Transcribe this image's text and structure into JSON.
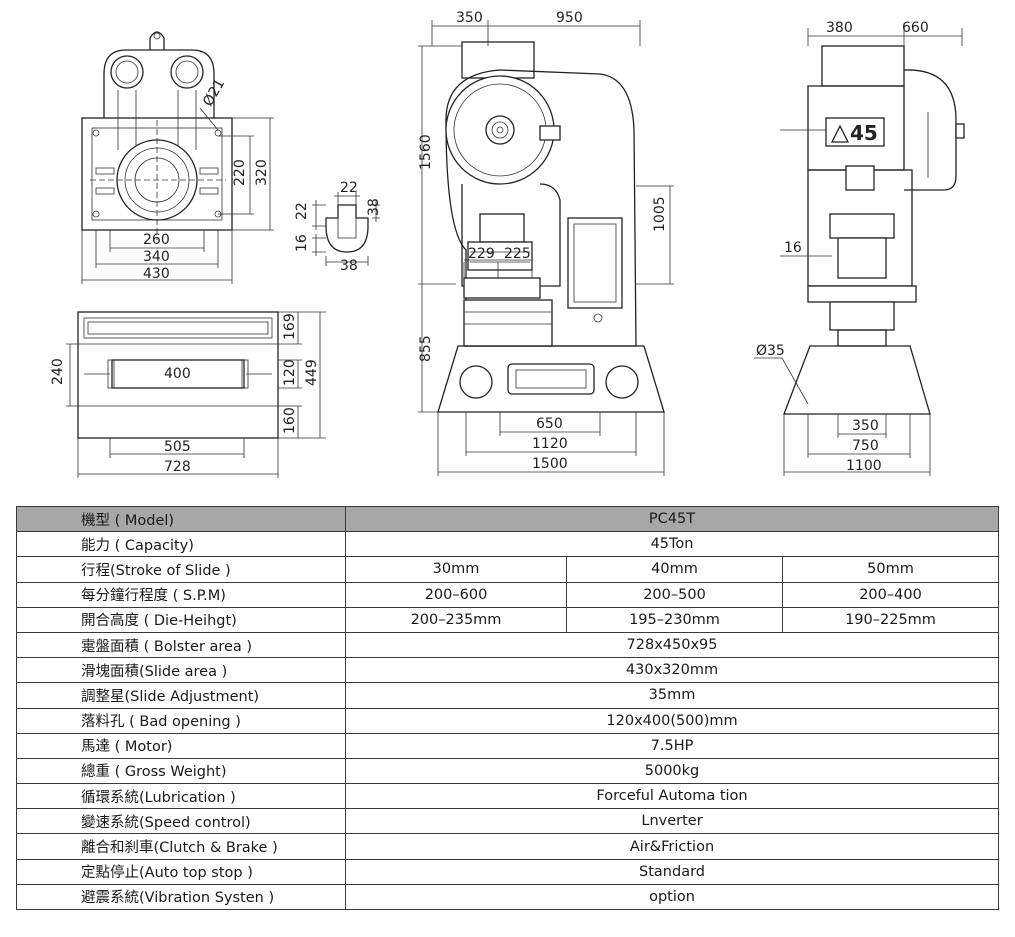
{
  "drawing": {
    "bolster_top": {
      "d_dia": "Ø21",
      "d_220": "220",
      "d_320": "320",
      "d_260": "260",
      "d_340": "340",
      "d_430": "430"
    },
    "tslot": {
      "d_22a": "22",
      "d_38a": "38",
      "d_22b": "22",
      "d_16": "16",
      "d_38b": "38"
    },
    "bolster_plate": {
      "d_400": "400",
      "d_240": "240",
      "d_169": "169",
      "d_120": "120",
      "d_449": "449",
      "d_160": "160",
      "d_505": "505",
      "d_728": "728"
    },
    "front": {
      "d_350": "350",
      "d_950": "950",
      "d_1560": "1560",
      "d_1005": "1005",
      "d_229": "229",
      "d_225": "225",
      "d_855": "855",
      "d_650": "650",
      "d_1120": "1120",
      "d_1500": "1500"
    },
    "side": {
      "d_380": "380",
      "d_660": "660",
      "nameplate": "45",
      "d_16": "16",
      "d_dia35": "Ø35",
      "d_350": "350",
      "d_750": "750",
      "d_1100": "1100"
    }
  },
  "spec_table": {
    "header": {
      "label": "機型 ( Model)",
      "value": "PC45T"
    },
    "rows": [
      {
        "label": "能力 ( Capacity)",
        "values": [
          "45Ton"
        ]
      },
      {
        "label": "行程(Stroke of Slide )",
        "values": [
          "30mm",
          "40mm",
          "50mm"
        ]
      },
      {
        "label": "每分鐘行程度 ( S.P.M)",
        "values": [
          "200–600",
          "200–500",
          "200–400"
        ]
      },
      {
        "label": "開合高度 ( Die-Heihgt)",
        "values": [
          "200–235mm",
          "195–230mm",
          "190–225mm"
        ]
      },
      {
        "label": "疐盤面積 ( Bolster area )",
        "values": [
          "728x450x95"
        ]
      },
      {
        "label": "滑塊面積(Slide area )",
        "values": [
          "430x320mm"
        ]
      },
      {
        "label": "調整星(Slide Adjustment)",
        "values": [
          "35mm"
        ]
      },
      {
        "label": "落料孔 ( Bad opening )",
        "values": [
          "120x400(500)mm"
        ]
      },
      {
        "label": "馬達 ( Motor)",
        "values": [
          "7.5HP"
        ]
      },
      {
        "label": "總重 ( Gross Weight)",
        "values": [
          "5000kg"
        ]
      },
      {
        "label": "循環系統(Lubrication )",
        "values": [
          "Forceful Automa tion"
        ]
      },
      {
        "label": "變速系統(Speed control)",
        "values": [
          "Lnverter"
        ]
      },
      {
        "label": "離合和刹車(Clutch & Brake )",
        "values": [
          "Air&Friction"
        ]
      },
      {
        "label": "定點停止(Auto top stop )",
        "values": [
          "Standard"
        ]
      },
      {
        "label": "避震系統(Vibration Systen )",
        "values": [
          "option"
        ]
      }
    ]
  }
}
